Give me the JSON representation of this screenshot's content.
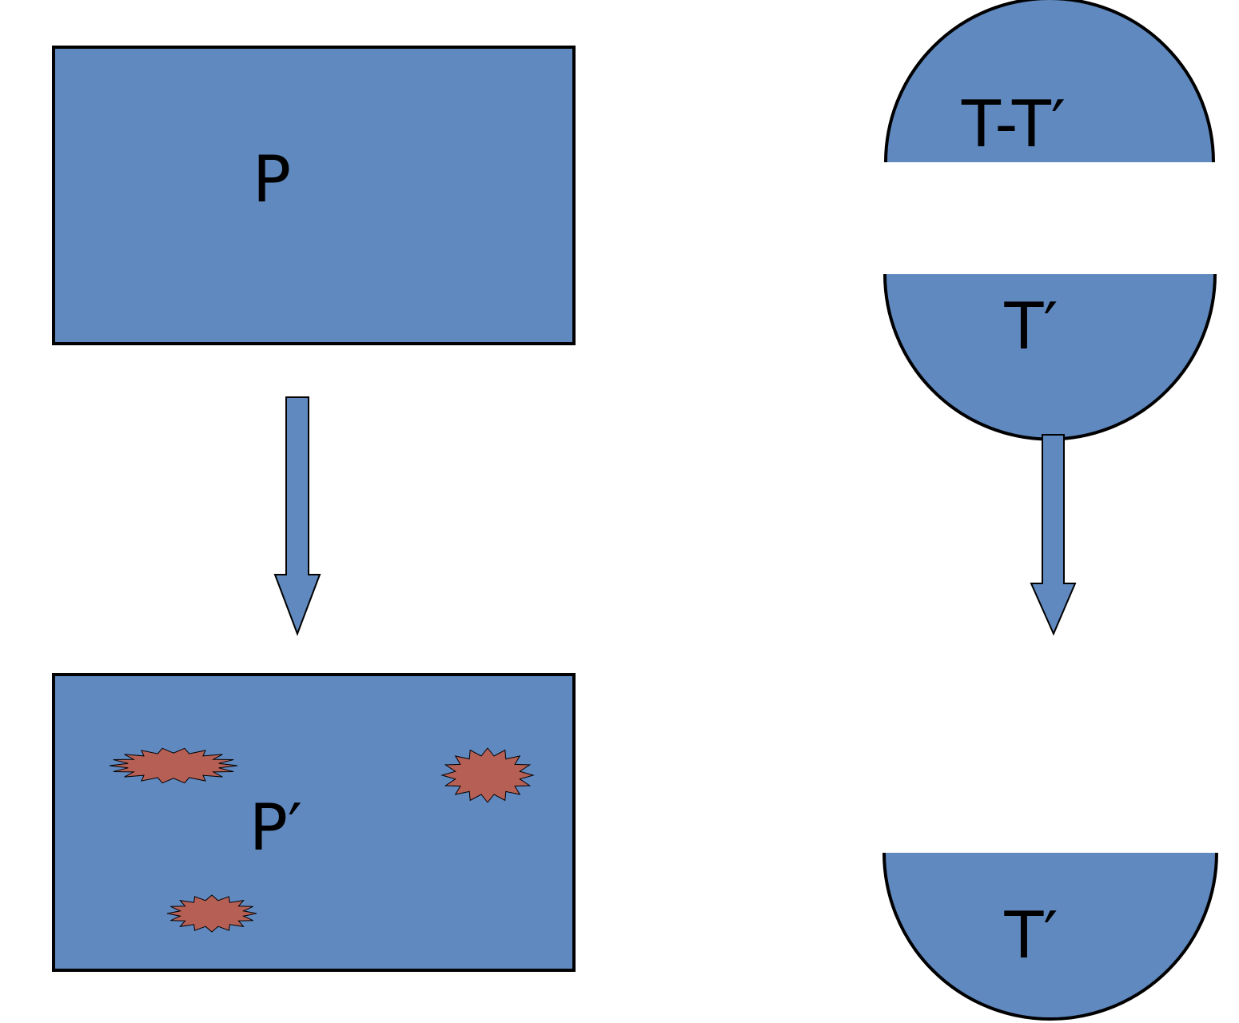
{
  "labels": {
    "program": "P",
    "program_modified": "P′",
    "tests_removed": "T-T′",
    "tests_kept": "T′",
    "tests_result": "T′"
  },
  "colors": {
    "shape_fill": "#6089BF",
    "fault_fill": "#B65F55",
    "stroke": "#000000"
  }
}
